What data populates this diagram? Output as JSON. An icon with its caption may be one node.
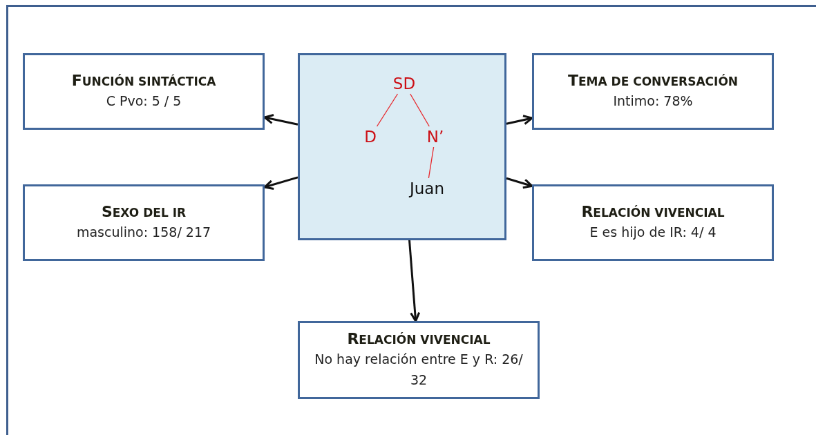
{
  "diagram": {
    "nodes": [
      {
        "text": [
          "FUNCIÓN SINTÁCTICA",
          "C Pvo: 5 / 5"
        ]
      },
      {
        "text": [],
        "shape": "box"
      },
      {
        "text": [
          "SD"
        ],
        "in": 1
      },
      {
        "text": [
          "D"
        ],
        "in": 1
      },
      {
        "text": [
          "N’"
        ],
        "in": 1
      },
      {
        "text": [
          "Juan"
        ],
        "in": 1
      },
      {
        "text": [
          "TEMA DE CONVERSACIÓN",
          "Intimo: 78%"
        ]
      },
      {
        "text": [
          "SEXO DEL IR",
          "masculino: 158/ 217"
        ]
      },
      {
        "text": [
          "RELACIÓN VIVENCIAL",
          "E es hijo de IR: 4/ 4"
        ]
      },
      {
        "text": [
          "RELACIÓN VIVENCIAL",
          "No hay relación entre E y R: 26/ 32"
        ]
      }
    ],
    "edges": [
      {
        "from": 1,
        "to": 0,
        "arrow": "to"
      },
      {
        "from": 1,
        "to": 6,
        "arrow": "to"
      },
      {
        "from": 1,
        "to": 7,
        "arrow": "to"
      },
      {
        "from": 1,
        "to": 8,
        "arrow": "to"
      },
      {
        "from": 1,
        "to": 9,
        "arrow": "to"
      },
      {
        "from": 2,
        "to": 3,
        "arrow": "none",
        "color": "#e8262a"
      },
      {
        "from": 2,
        "to": 4,
        "arrow": "none",
        "color": "#e8262a"
      },
      {
        "from": 4,
        "to": 5,
        "arrow": "none",
        "color": "#e8262a"
      }
    ]
  }
}
